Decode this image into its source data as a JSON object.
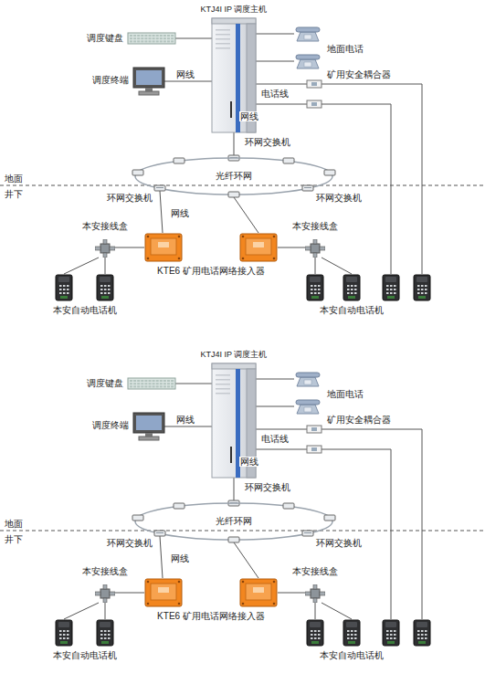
{
  "diagram": {
    "nodes": [
      {
        "text": [
          "KTJ4I IP 调度主机"
        ]
      },
      {
        "text": [
          "调度键盘"
        ]
      },
      {
        "text": [
          "地面电话"
        ]
      },
      {
        "text": [
          "调度终端"
        ]
      },
      {
        "text": [
          "矿用安全耦合器"
        ]
      },
      {
        "text": [
          "环网交换机"
        ]
      },
      {
        "text": [
          "光纤环网"
        ]
      },
      {
        "text": [
          "环网交换机"
        ]
      },
      {
        "text": [
          "环网交换机"
        ]
      },
      {
        "text": [
          "本安接线盒"
        ]
      },
      {
        "text": [
          "本安接线盒"
        ]
      },
      {
        "text": [
          "KTE6 矿用电话网络接入器"
        ]
      },
      {
        "text": [
          "本安自动电话机"
        ]
      },
      {
        "text": [
          "本安自动电话机"
        ]
      },
      {
        "text": [
          "KTJ4I IP 调度主机"
        ]
      },
      {
        "text": [
          "调度键盘"
        ]
      },
      {
        "text": [
          "地面电话"
        ]
      },
      {
        "text": [
          "调度终端"
        ]
      },
      {
        "text": [
          "矿用安全耦合器"
        ]
      },
      {
        "text": [
          "环网交换机"
        ]
      },
      {
        "text": [
          "光纤环网"
        ]
      },
      {
        "text": [
          "环网交换机"
        ]
      },
      {
        "text": [
          "环网交换机"
        ]
      },
      {
        "text": [
          "本安接线盒"
        ]
      },
      {
        "text": [
          "本安接线盒"
        ]
      },
      {
        "text": [
          "KTE6 矿用电话网络接入器"
        ]
      },
      {
        "text": [
          "本安自动电话机"
        ]
      },
      {
        "text": [
          "本安自动电话机"
        ]
      }
    ],
    "edges": [
      {
        "from": 1,
        "to": 0,
        "arrow": "none"
      },
      {
        "from": 3,
        "to": 0,
        "label": "网线",
        "arrow": "none"
      },
      {
        "from": 2,
        "to": 0,
        "arrow": "none"
      },
      {
        "from": 4,
        "to": 0,
        "arrow": "none"
      },
      {
        "from": 0,
        "to": 5,
        "label": "网线",
        "arrow": "none"
      },
      {
        "from": 7,
        "to": 11,
        "label": "网线",
        "arrow": "none"
      },
      {
        "from": 11,
        "to": 9,
        "arrow": "none"
      },
      {
        "from": 9,
        "to": 12,
        "arrow": "none"
      },
      {
        "from": 10,
        "to": 13,
        "arrow": "none"
      },
      {
        "from": 4,
        "to": 13,
        "arrow": "none"
      },
      {
        "from": 15,
        "to": 14,
        "arrow": "none"
      },
      {
        "from": 17,
        "to": 14,
        "label": "网线",
        "arrow": "none"
      },
      {
        "from": 16,
        "to": 14,
        "arrow": "none"
      },
      {
        "from": 18,
        "to": 14,
        "arrow": "none"
      },
      {
        "from": 14,
        "to": 19,
        "label": "网线",
        "arrow": "none"
      },
      {
        "from": 21,
        "to": 25,
        "label": "网线",
        "arrow": "none"
      },
      {
        "from": 25,
        "to": 23,
        "arrow": "none"
      },
      {
        "from": 23,
        "to": 26,
        "arrow": "none"
      },
      {
        "from": 24,
        "to": 27,
        "arrow": "none"
      },
      {
        "from": 18,
        "to": 27,
        "arrow": "none"
      }
    ],
    "labels": [
      "地面",
      "井下",
      "电话线",
      "地面",
      "井下",
      "电话线"
    ]
  }
}
